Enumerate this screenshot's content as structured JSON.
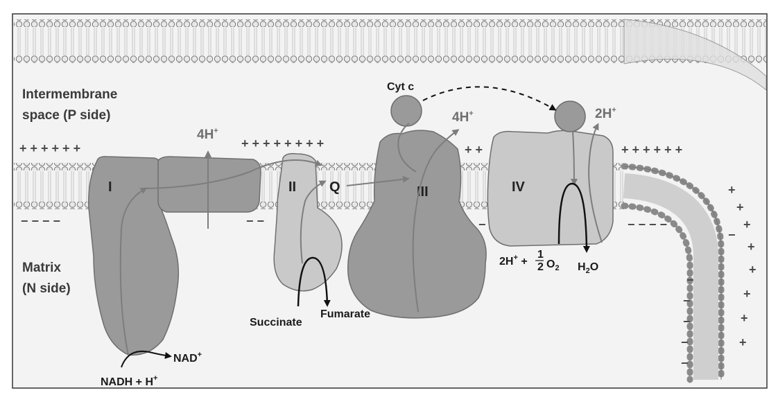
{
  "regions": {
    "intermembrane_line1": "Intermembrane",
    "intermembrane_line2": "space (P side)",
    "matrix_line1": "Matrix",
    "matrix_line2": "(N side)"
  },
  "complexes": {
    "complex_1": "I",
    "complex_2": "II",
    "quinone": "Q",
    "complex_3": "III",
    "complex_4": "IV",
    "cytochrome": "Cyt c"
  },
  "protons": {
    "pumped_1": "4H",
    "pumped_3": "4H",
    "pumped_4": "2H",
    "superscript": "+"
  },
  "substrates": {
    "nadh": "NADH + H",
    "nadh_sup": "+",
    "nad": "NAD",
    "nad_sup": "+",
    "succinate": "Succinate",
    "fumarate": "Fumarate",
    "water_h": "H",
    "water_sub": "2",
    "water_o": "O",
    "oxygen_reactants_h": "2H",
    "oxygen_reactants_sup": "+",
    "oxygen_plus": "+",
    "half_num": "1",
    "half_den": "2",
    "oxygen_o": "O",
    "oxygen_sub": "2"
  },
  "colors": {
    "complex_dark": "#9a9a9a",
    "complex_light": "#c9c9c9",
    "membrane_head": "#e6e6e6",
    "arrow_gray": "#7d7d7d",
    "arrow_black": "#111111"
  }
}
